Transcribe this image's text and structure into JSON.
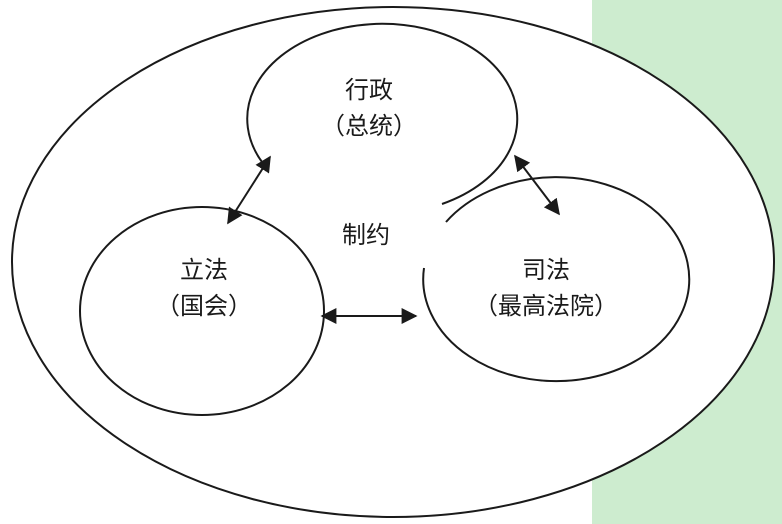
{
  "colors": {
    "background_panel": "#cdeccf",
    "stroke": "#1a1a1a",
    "fill": "#ffffff"
  },
  "executive": {
    "title": "行政",
    "subtitle": "（总统）"
  },
  "legislative": {
    "title": "立法",
    "subtitle": "（国会）"
  },
  "judicial": {
    "title": "司法",
    "subtitle": "（最高法院）"
  },
  "center_label": "制约"
}
